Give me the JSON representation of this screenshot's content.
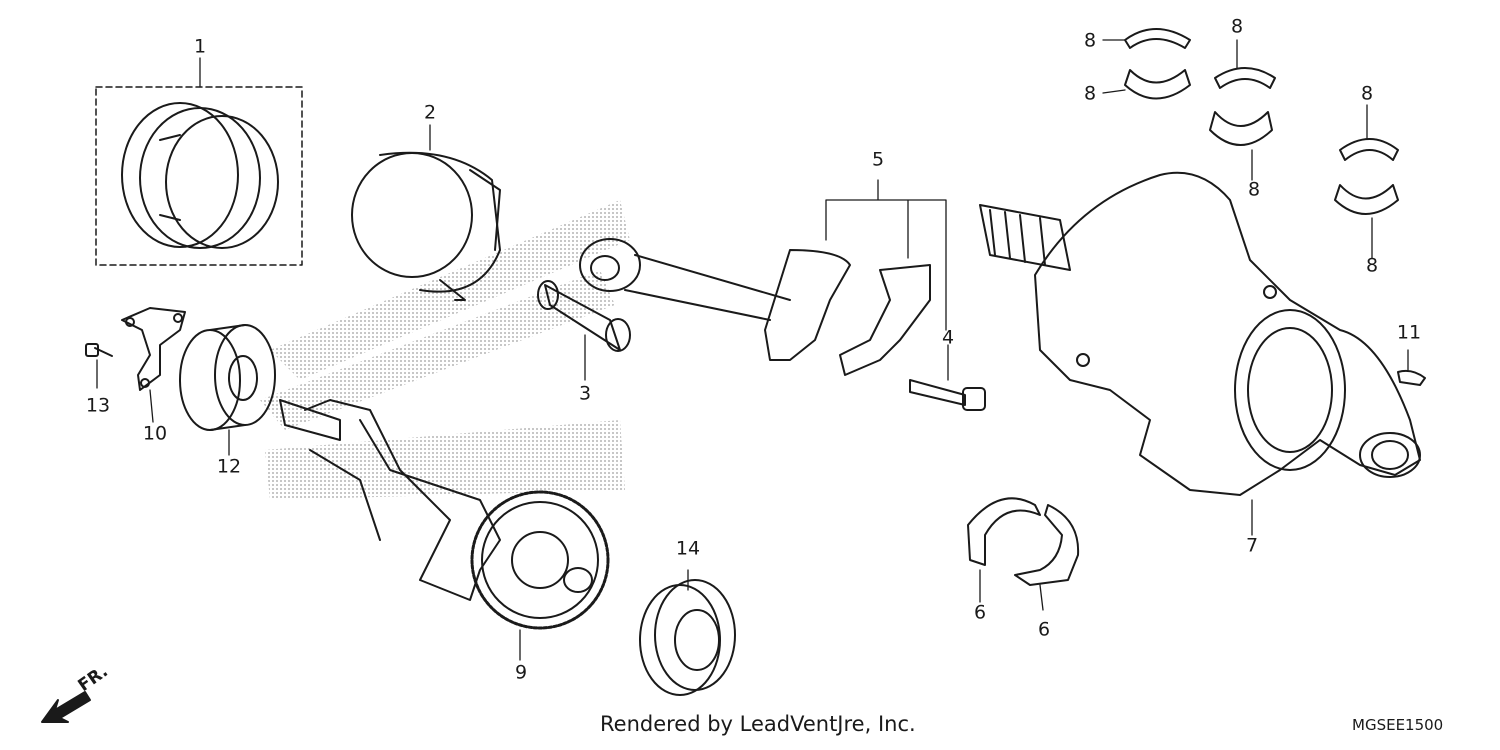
{
  "callouts": {
    "c1": "1",
    "c2": "2",
    "c3": "3",
    "c4": "4",
    "c5": "5",
    "c6a": "6",
    "c6b": "6",
    "c7": "7",
    "c8a": "8",
    "c8b": "8",
    "c8c": "8",
    "c8d": "8",
    "c8e": "8",
    "c8f": "8",
    "c9": "9",
    "c10": "10",
    "c11": "11",
    "c12": "12",
    "c13": "13",
    "c14": "14"
  },
  "footer": {
    "credit": "Rendered by LeadVentJre, Inc.",
    "diagram_code": "MGSEE1500",
    "front_indicator": "FR."
  },
  "parts": [
    "piston-ring-set",
    "piston",
    "piston-pin",
    "connecting-rod-bolt",
    "connecting-rod",
    "crankpin-bearing",
    "crankshaft",
    "main-journal-bearing",
    "balancer-shaft",
    "balancer-plate",
    "woodruff-key",
    "ball-bearing",
    "bolt",
    "ball-bearing"
  ]
}
